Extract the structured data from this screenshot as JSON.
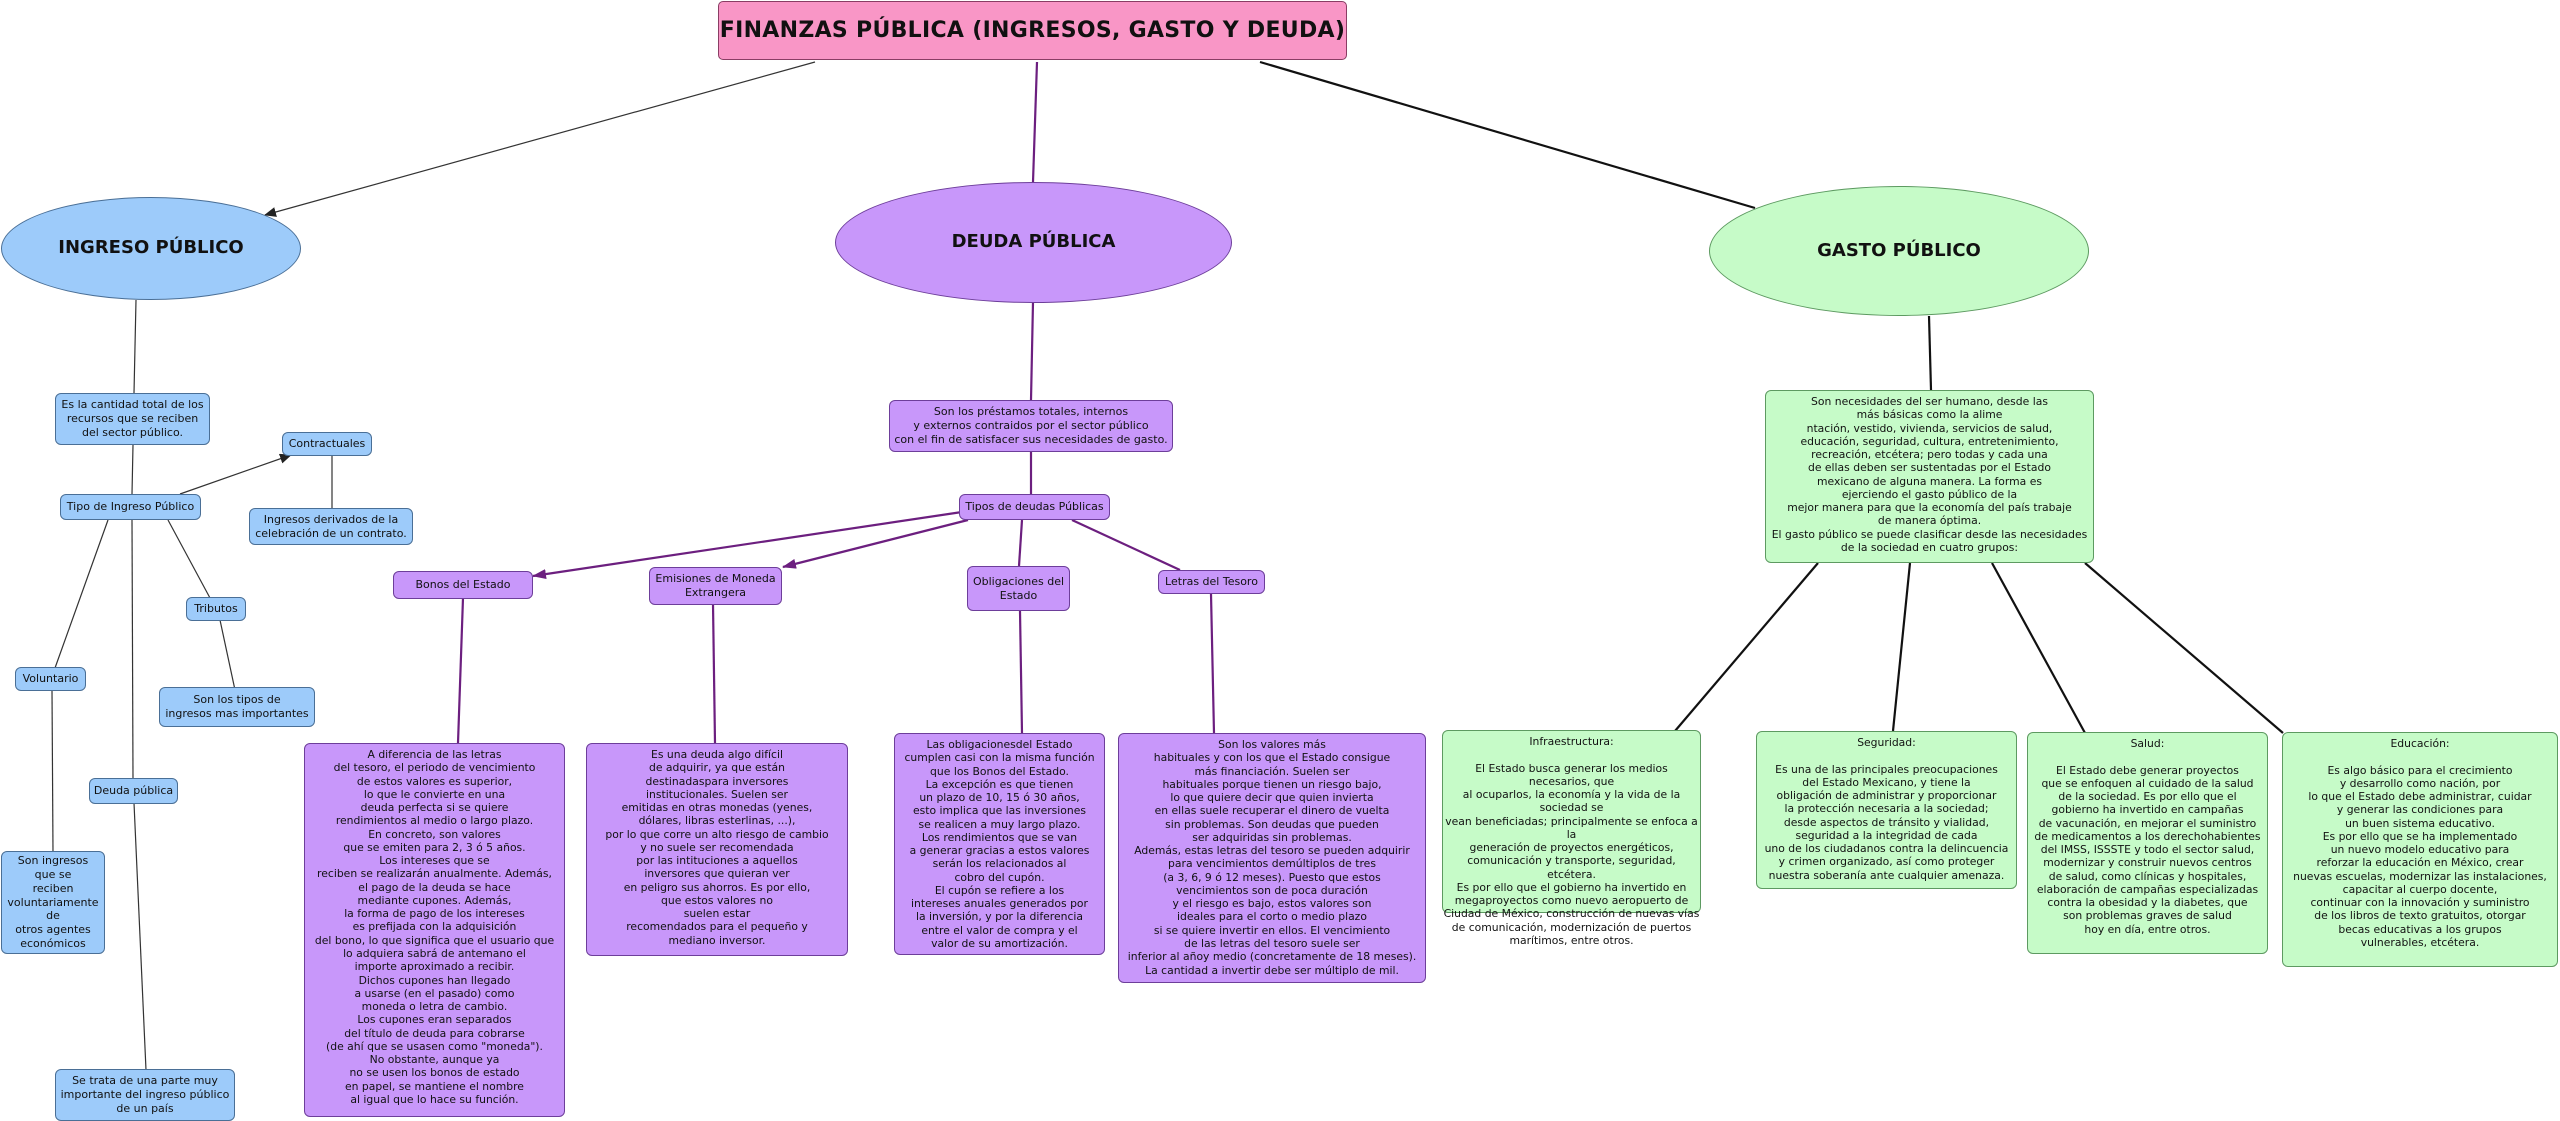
{
  "title": "FINANZAS PÚBLICA (INGRESOS, GASTO Y DEUDA)",
  "colors": {
    "title": "#f996c6",
    "ingreso": "#9dcbfa",
    "deuda": "#c897fa",
    "gasto": "#c6fbc8",
    "purple_line": "#6c1f7f",
    "line": "#222222"
  },
  "ingreso": {
    "main": "INGRESO PÚBLICO",
    "definition": "Es la cantidad total de los\nrecursos que se reciben\ndel sector público.",
    "tipo": "Tipo de Ingreso Público",
    "contractuales": "Contractuales",
    "contractuales_desc": "Ingresos derivados de la\ncelebración de un contrato.",
    "tributos": "Tributos",
    "tributos_desc": "Son los tipos de\ningresos mas importantes",
    "voluntario": "Voluntario",
    "voluntario_desc": "Son ingresos\nque se\nreciben\nvoluntariamente\nde\notros agentes\neconómicos",
    "deuda": "Deuda pública",
    "deuda_desc": "Se trata de una parte muy\nimportante del ingreso público\nde un país"
  },
  "deuda": {
    "main": "DEUDA PÚBLICA",
    "definition": "Son los préstamos totales, internos\ny externos  contraidos por el sector público\ncon el fin de satisfacer sus necesidades de gasto.",
    "tipos": "Tipos de deudas Públicas",
    "bonos": "Bonos del Estado",
    "bonos_desc": "A diferencia de las letras\ndel tesoro, el periodo de vencimiento\nde estos valores es superior,\nlo que le convierte en una\ndeuda perfecta si se quiere\nrendimientos al medio o largo plazo.\nEn concreto, son valores\nque se emiten para 2, 3 ó 5 años.\nLos intereses que se\nreciben se realizarán anualmente. Además,\nel pago de la deuda se hace\nmediante cupones. Además,\nla forma de pago de los intereses\nes prefijada con la adquisición\ndel bono, lo que significa que el usuario que\nlo adquiera sabrá de antemano el\nimporte aproximado a recibir.\nDichos cupones han llegado\na usarse (en el pasado) como\nmoneda o letra de cambio.\nLos cupones eran separados\ndel título de deuda para cobrarse\n(de ahí que se usasen como \"moneda\").\nNo obstante, aunque ya\nno se usen los bonos de estado\nen papel, se mantiene el nombre\nal igual que lo hace su función.",
    "emisiones": "Emisiones de Moneda\nExtrangera",
    "emisiones_desc": "Es una deuda algo difícil\nde adquirir, ya que están\ndestinadaspara inversores\ninstitucionales. Suelen ser\nemitidas en otras monedas (yenes,\ndólares, libras esterlinas, ...),\npor lo que corre un alto riesgo de cambio\ny no suele ser recomendada\npor las intituciones a aquellos\ninversores que quieran ver\nen peligro sus ahorros. Es por ello,\nque estos valores no\nsuelen estar\nrecomendados para el pequeño y\nmediano inversor.",
    "obligaciones": "Obligaciones del\nEstado",
    "obligaciones_desc": "Las obligacionesdel Estado\ncumplen casi con la misma función\nque los Bonos del Estado.\nLa excepción es que tienen\nun plazo de 10, 15 ó 30 años,\nesto implica que las inversiones\nse realicen a muy largo plazo.\nLos rendimientos que se van\na generar gracias a estos valores\nserán los relacionados al\ncobro del cupón.\nEl cupón se refiere a los\nintereses anuales generados por\nla inversión, y por la diferencia\nentre el valor de compra y el\nvalor de su amortización.",
    "letras": "Letras del Tesoro",
    "letras_desc": "Son los valores más\nhabituales y con los que el Estado consigue\nmás financiación. Suelen ser\nhabituales porque tienen un riesgo bajo,\nlo que quiere decir que quien invierta\nen ellas suele recuperar el dinero de vuelta\nsin problemas. Son deudas que pueden\nser adquiridas sin problemas.\nAdemás, estas letras del tesoro se pueden adquirir\npara vencimientos demúltiplos de tres\n(a 3, 6, 9 ó 12 meses). Puesto que estos\nvencimientos son de poca duración\ny el riesgo es bajo, estos valores son\nideales para el corto o medio plazo\nsi se quiere invertir en ellos. El vencimiento\nde las letras del tesoro suele ser\ninferior al añoy medio (concretamente de 18 meses).\nLa cantidad a invertir debe ser múltiplo de mil."
  },
  "gasto": {
    "main": "GASTO PÚBLICO",
    "definition": "Son necesidades del ser humano, desde las\nmás básicas como la alime\nntación, vestido, vivienda, servicios de salud,\neducación, seguridad, cultura, entretenimiento,\nrecreación, etcétera; pero todas y cada una\nde ellas deben ser sustentadas por el Estado\nmexicano de alguna manera. La forma es\nejerciendo el gasto público de la\nmejor manera para que la economía del país trabaje\nde manera óptima.\nEl gasto público se puede clasificar desde las necesidades\nde la sociedad en cuatro grupos:",
    "infraestructura": "Infraestructura:\n\nEl Estado busca generar los medios necesarios, que\nal ocuparlos, la economía y la vida de la sociedad se\nvean beneficiadas; principalmente se enfoca a la\ngeneración de proyectos energéticos,\ncomunicación y transporte, seguridad, etcétera.\nEs por ello que el gobierno ha invertido en\nmegaproyectos como nuevo aeropuerto de\nCiudad de México, construcción de nuevas vías\nde comunicación, modernización de puertos\nmarítimos, entre otros.",
    "seguridad": "Seguridad:\n\nEs una de las principales preocupaciones\ndel Estado Mexicano, y tiene la\nobligación de administrar y proporcionar\nla protección necesaria a la sociedad;\ndesde aspectos de tránsito y vialidad,\nseguridad a la integridad de cada\nuno de los ciudadanos contra la delincuencia\ny crimen organizado,  así como proteger\nnuestra soberanía ante cualquier amenaza.",
    "salud": "Salud:\n\nEl Estado debe generar proyectos\nque se enfoquen al cuidado de la salud\nde la sociedad. Es por ello que el\ngobierno ha invertido en campañas\nde vacunación, en mejorar el suministro\nde medicamentos a los derechohabientes\ndel IMSS, ISSSTE y todo el sector salud,\nmodernizar y construir nuevos centros\nde salud, como clínicas y hospitales,\nelaboración de campañas especializadas\ncontra la obesidad y la diabetes, que\nson problemas graves de salud\nhoy en día, entre otros.",
    "educacion": "Educación:\n\nEs algo básico para el crecimiento\ny desarrollo como nación, por\nlo que el Estado debe administrar, cuidar\ny generar las condiciones para\nun buen sistema educativo.\nEs por ello que se ha implementado\nun nuevo modelo educativo para\nreforzar la educación en México, crear\nnuevas escuelas, modernizar las instalaciones,\ncapacitar al cuerpo docente,\ncontinuar con la innovación y suministro\nde los libros de texto gratuitos, otorgar\nbecas educativas a los grupos\nvulnerables, etcétera."
  }
}
